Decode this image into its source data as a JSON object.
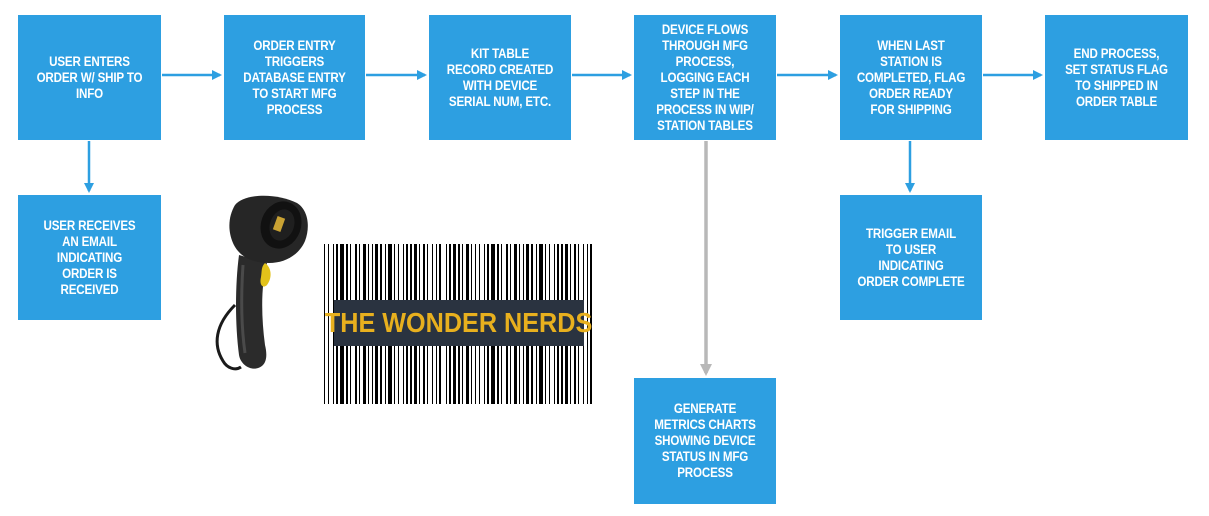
{
  "boxes": {
    "user_enters": "User enters order w/ ship to info",
    "order_entry": "Order entry triggers database entry to start MFG process",
    "kit_table": "Kit table record created with device serial num, etc.",
    "device_flows": "Device flows through MFG process, logging each step in the process in WIP/ station tables",
    "last_station": "When last station is completed, flag order ready for shipping",
    "end_process": "End process, set status flag to shipped in order table",
    "user_receives": "User receives an email indicating order is received",
    "trigger_email": "Trigger email to user indicating order complete",
    "generate_metrics": "Generate metrics charts showing device status in MFG process"
  },
  "barcode_label": "THE WONDER NERDS",
  "colors": {
    "box": "#2d9fe1",
    "arrow": "#2d9fe1",
    "metrics_arrow": "#b8b8b8",
    "brand_bg": "#2a3340",
    "brand_text": "#e8b01e"
  },
  "icons": {
    "scanner": "barcode-scanner-icon"
  }
}
